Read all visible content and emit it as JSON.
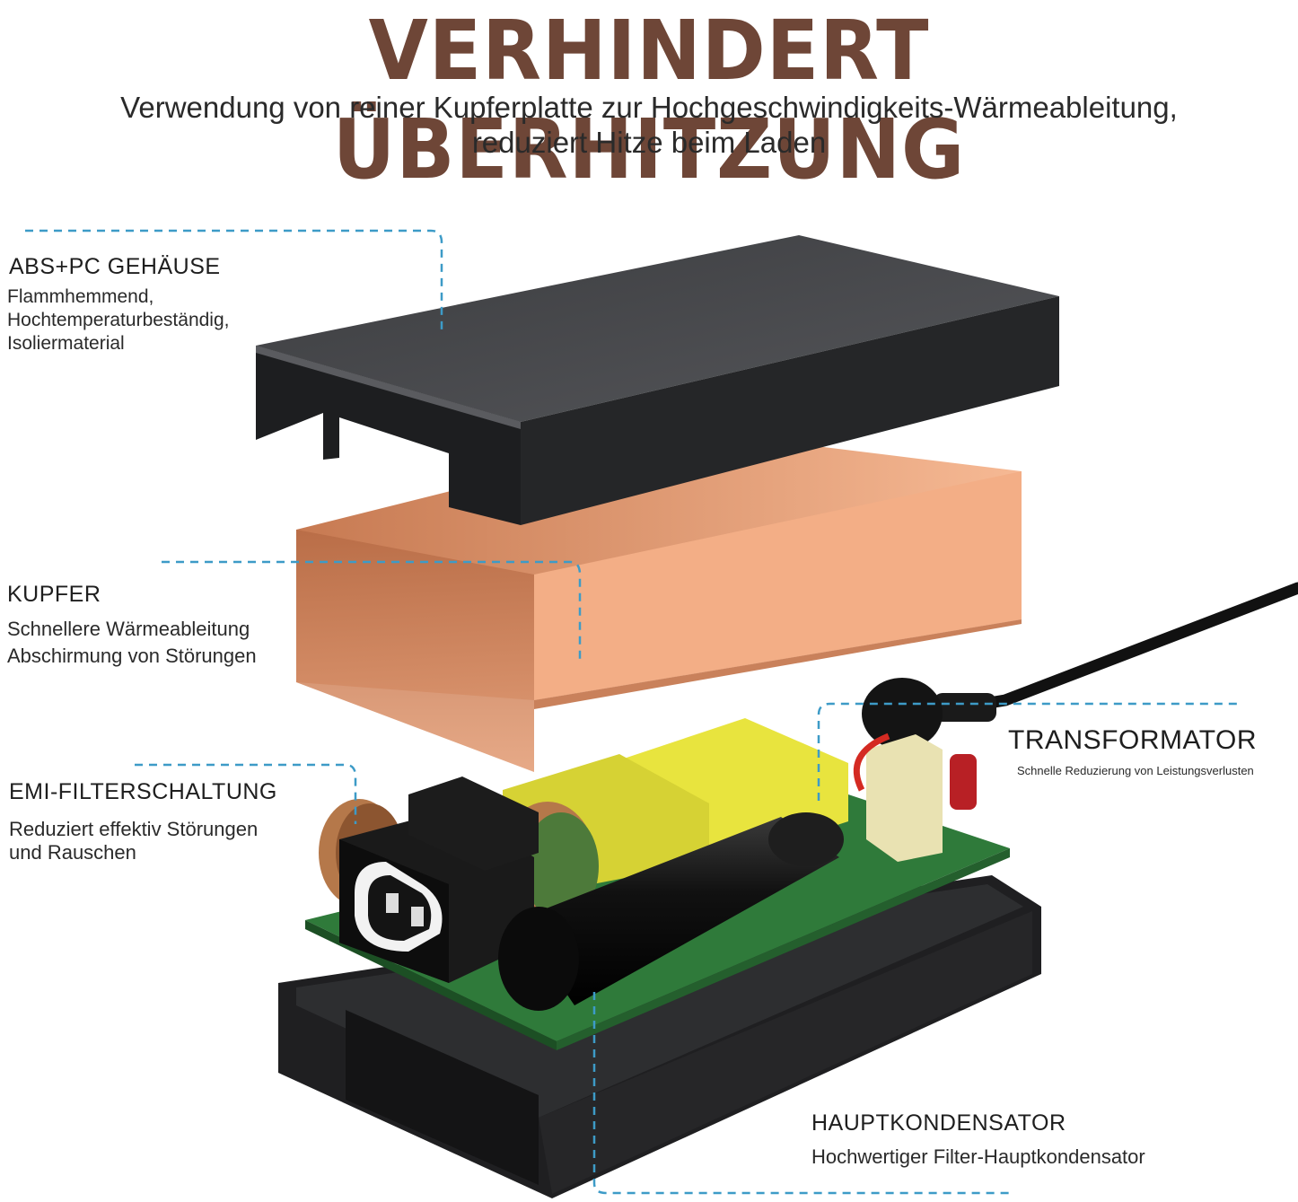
{
  "header": {
    "title": "VERHINDERT ÜBERHITZUNG",
    "subtitle_line1": "Verwendung von reiner Kupferplatte zur Hochgeschwindigkeits-Wärmeableitung,",
    "subtitle_line2": "reduziert Hitze beim Laden"
  },
  "callouts": {
    "housing": {
      "title": "ABS+PC GEHÄUSE",
      "lines": [
        "Flammhemmend,",
        "Hochtemperaturbeständig,",
        "Isoliermaterial"
      ]
    },
    "copper": {
      "title": "KUPFER",
      "lines": [
        "Schnellere Wärmeableitung",
        "Abschirmung von Störungen"
      ]
    },
    "emi": {
      "title": "EMI-FILTERSCHALTUNG",
      "lines": [
        "Reduziert effektiv Störungen",
        "und Rauschen"
      ]
    },
    "transformer": {
      "title": "TRANSFORMATOR",
      "lines": [
        "Schnelle Reduzierung von Leistungsverlusten"
      ]
    },
    "capacitor": {
      "title": "HAUPTKONDENSATOR",
      "lines": [
        "Hochwertiger Filter-Hauptkondensator"
      ]
    }
  },
  "colors": {
    "headline": "#6e4637",
    "leader_line": "#3d9bc7",
    "housing": "#2f3032",
    "copper": "#d9936c",
    "pcb": "#2f7a3a",
    "transformer": "#e6e23c"
  }
}
